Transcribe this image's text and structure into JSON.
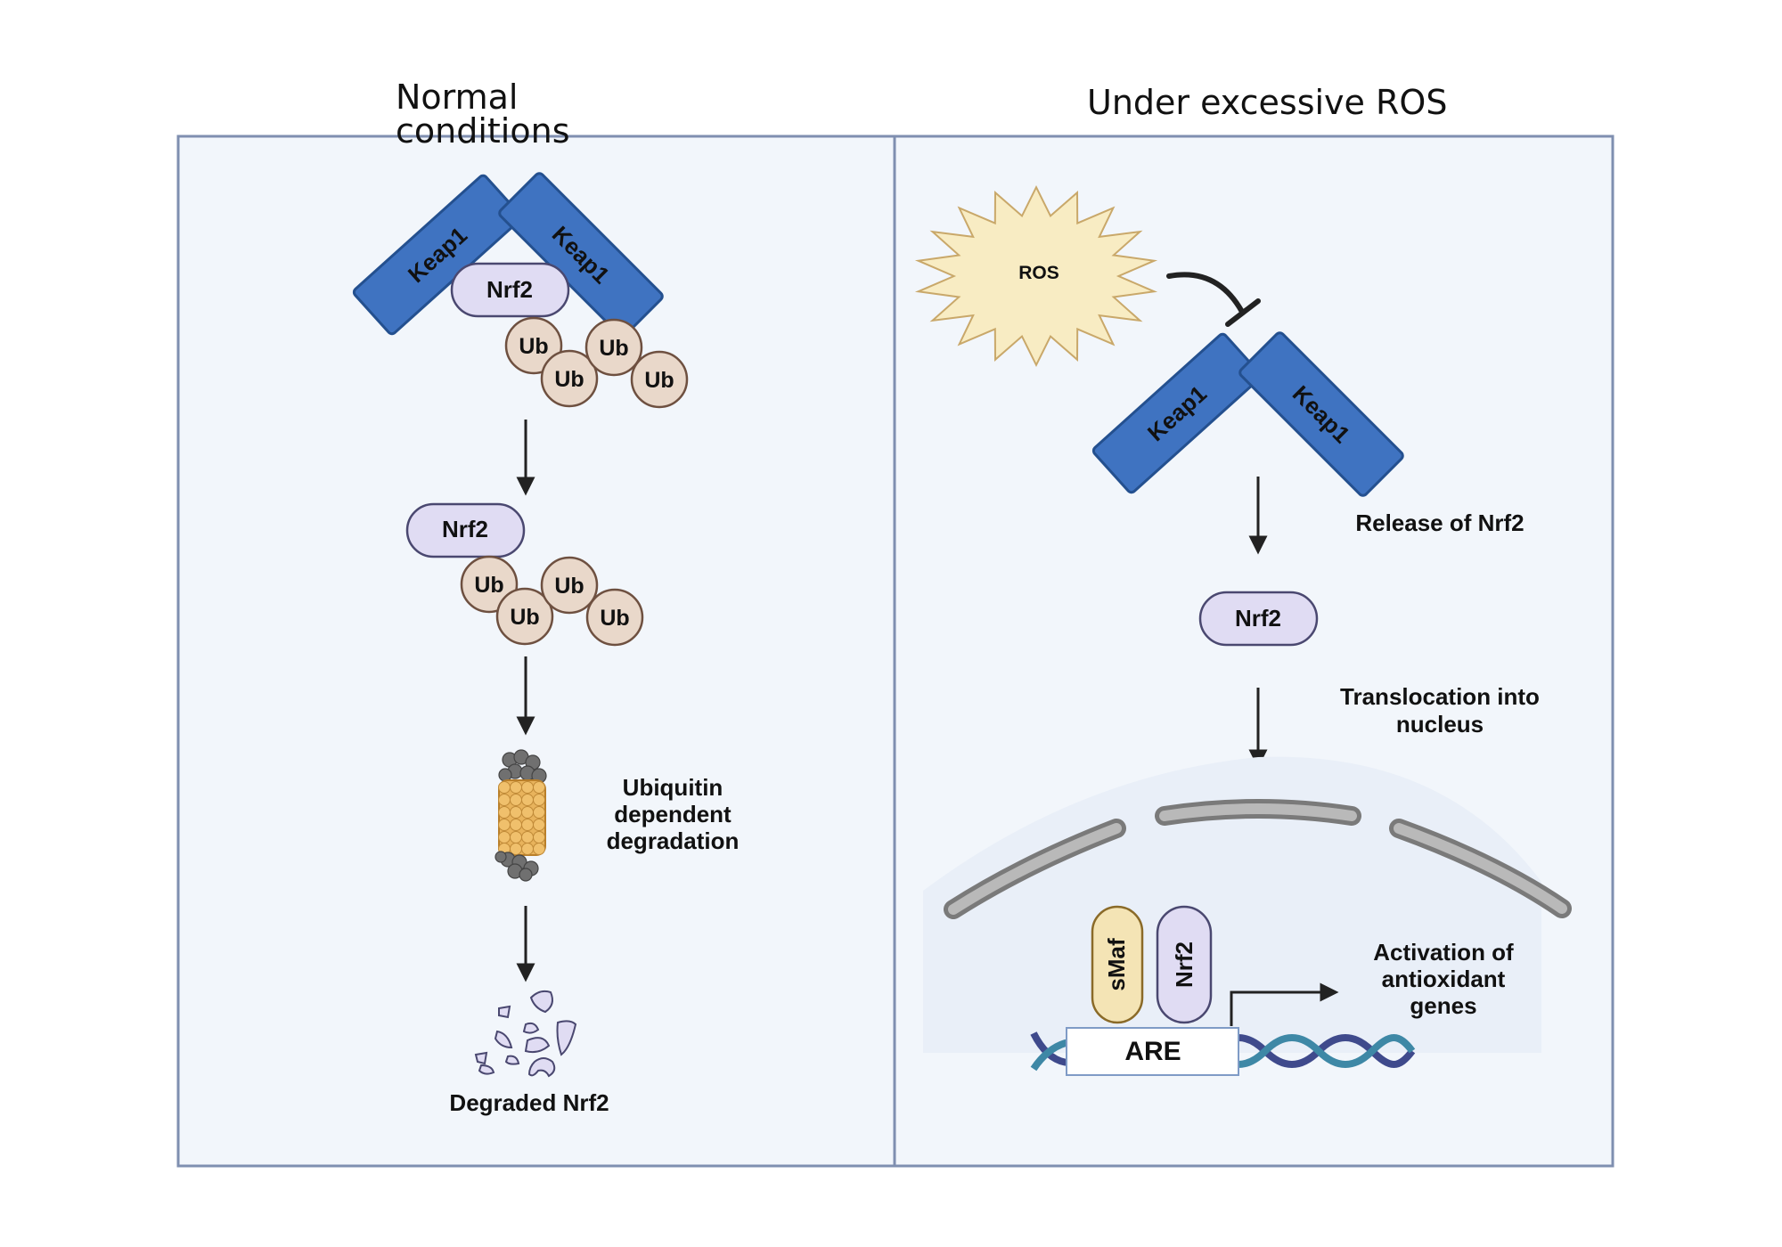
{
  "panels": {
    "left": {
      "title_line1": "Normal",
      "title_line2": "conditions"
    },
    "right": {
      "title": "Under excessive ROS"
    }
  },
  "molecules": {
    "keap1": "Keap1",
    "nrf2": "Nrf2",
    "ub": "Ub",
    "ros": "ROS",
    "smaf": "sMaf",
    "are": "ARE"
  },
  "labels": {
    "ubiquitin_line1": "Ubiquitin",
    "ubiquitin_line2": "dependent",
    "ubiquitin_line3": "degradation",
    "degraded": "Degraded Nrf2",
    "release": "Release of Nrf2",
    "translocation_line1": "Translocation into",
    "translocation_line2": "nucleus",
    "activation_line1": "Activation of",
    "activation_line2": "antioxidant",
    "activation_line3": "genes"
  },
  "colors": {
    "panel_fill": "#f2f6fb",
    "panel_border": "#7f8fb0",
    "keap1": "#3f73c1",
    "nrf2": "#e0dcf3",
    "ub": "#e9d8ca",
    "ros": "#f8ecc3",
    "smaf": "#f4e4b5",
    "proteasome": "#e8b35c",
    "dna_dark": "#3f4a8c",
    "dna_light": "#3e88a6"
  }
}
